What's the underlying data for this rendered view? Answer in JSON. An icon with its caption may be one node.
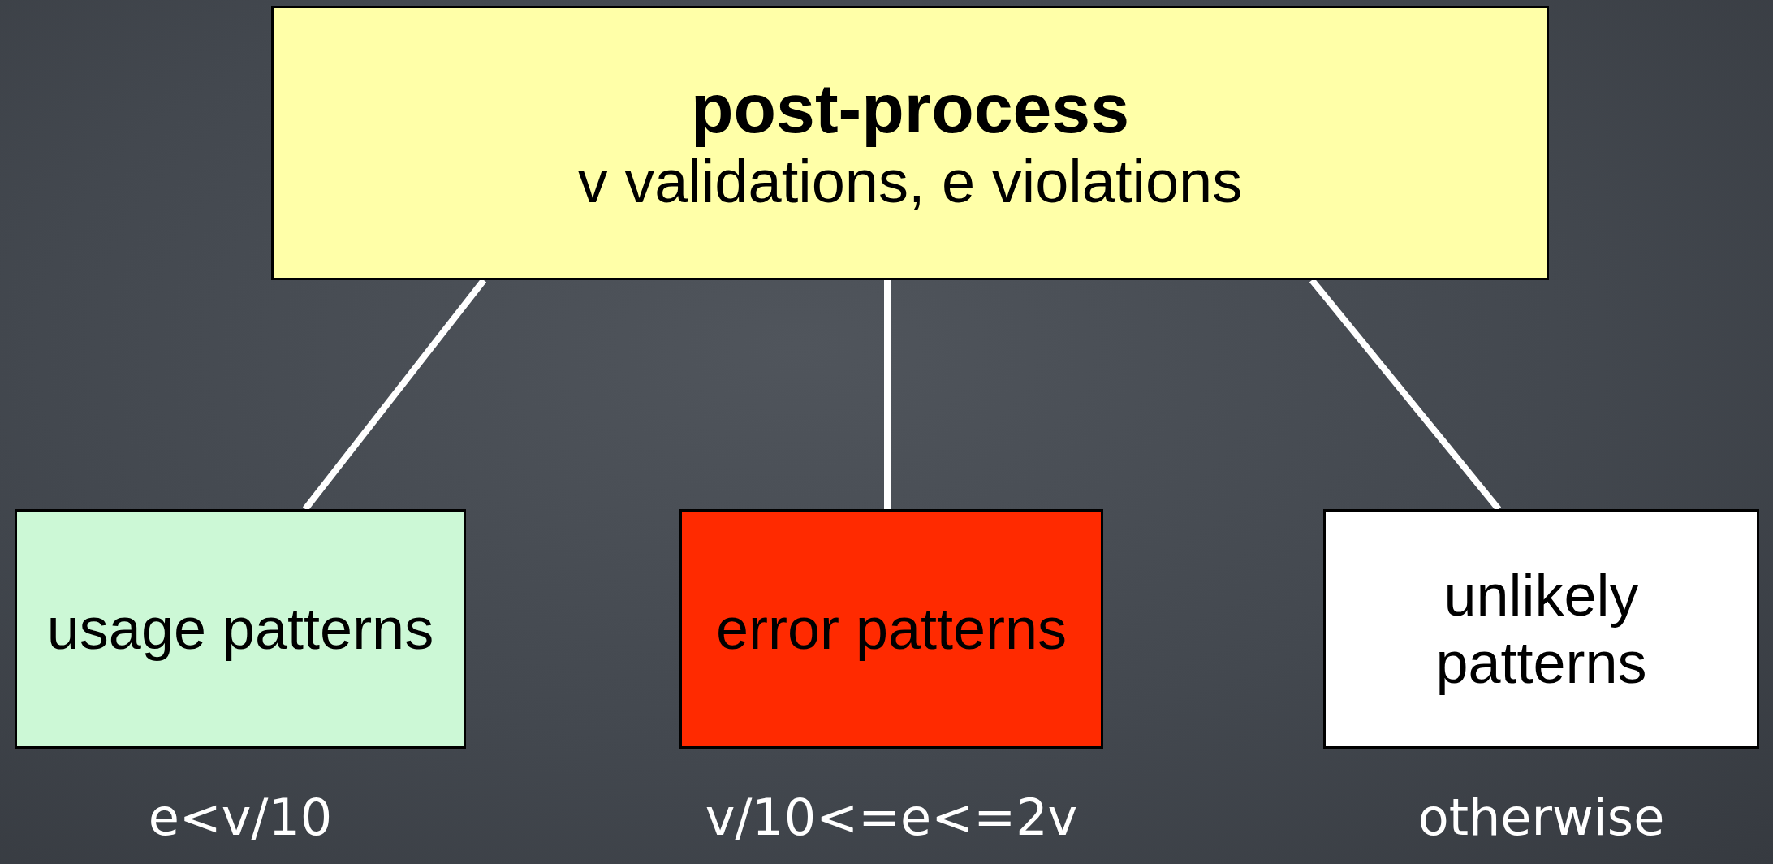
{
  "diagram": {
    "nodes": [
      {
        "text": [
          "post-process",
          "v validations, e violations"
        ]
      },
      {
        "text": [
          "usage patterns"
        ],
        "beside": [
          "e<v/10"
        ]
      },
      {
        "text": [
          "error patterns"
        ],
        "beside": [
          "v/10<=e<=2v"
        ]
      },
      {
        "text": [
          "unlikely patterns"
        ],
        "beside": [
          "otherwise"
        ]
      }
    ],
    "edges": [
      {
        "from": 0,
        "to": 1,
        "arrow": "none"
      },
      {
        "from": 0,
        "to": 2,
        "arrow": "none"
      },
      {
        "from": 0,
        "to": 3,
        "arrow": "none"
      }
    ]
  }
}
